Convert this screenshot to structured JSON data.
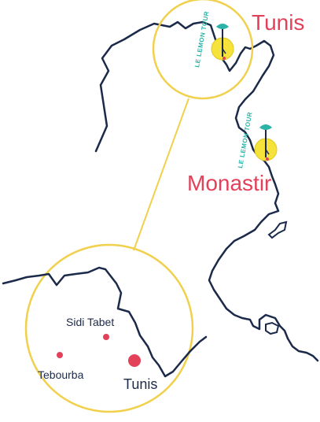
{
  "colors": {
    "coastline": "#1c2a4a",
    "zoom_circle": "#f0d04c",
    "city_label": "#e3405a",
    "city_dot": "#e3405a",
    "small_label": "#1c2a4a",
    "pin_sun": "#f5e23a",
    "pin_leaf": "#2bb3a8",
    "logo_text": "#2bb3a8"
  },
  "map": {
    "overview_labels": {
      "tunis": "Tunis",
      "monastir": "Monastir"
    },
    "inset_labels": {
      "sidi_tabet": "Sidi Tabet",
      "tebourba": "Tebourba",
      "tunis": "Tunis"
    },
    "pins": [
      {
        "name": "tunis-pin",
        "brand_text": "LE LEMON TOUR"
      },
      {
        "name": "monastir-pin",
        "brand_text": "LE LEMON TOUR"
      }
    ]
  }
}
